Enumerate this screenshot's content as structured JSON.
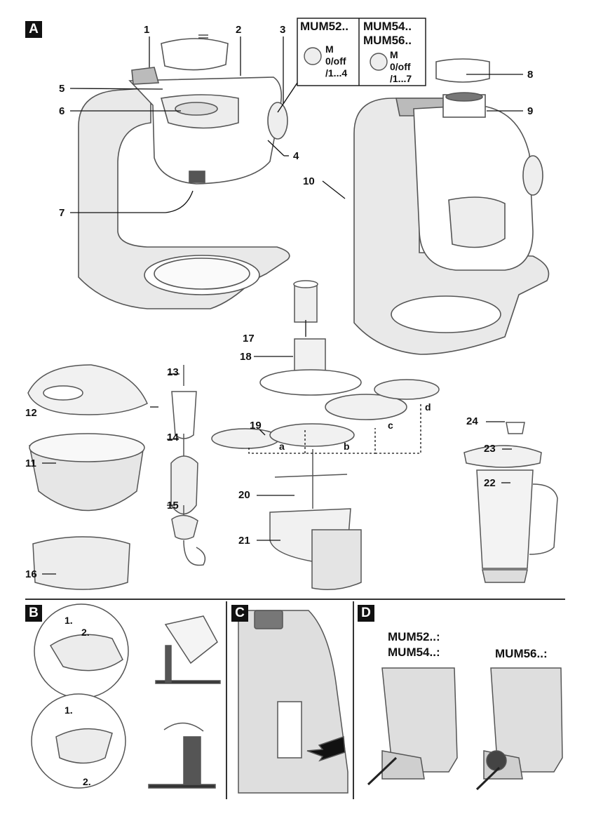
{
  "sections": {
    "a": "A",
    "b": "B",
    "c": "C",
    "d": "D"
  },
  "callouts": {
    "n1": "1",
    "n2": "2",
    "n3": "3",
    "n4": "4",
    "n5": "5",
    "n6": "6",
    "n7": "7",
    "n8": "8",
    "n9": "9",
    "n10": "10",
    "n11": "11",
    "n12": "12",
    "n13": "13",
    "n14": "14",
    "n15": "15",
    "n16": "16",
    "n17": "17",
    "n18": "18",
    "n19": "19",
    "n20": "20",
    "n21": "21",
    "n22": "22",
    "n23": "23",
    "n24": "24"
  },
  "disc_letters": {
    "a": "a",
    "b": "b",
    "c": "c",
    "d": "d"
  },
  "dial_box": {
    "model_left": "MUM52..",
    "model_right_1": "MUM54..",
    "model_right_2": "MUM56..",
    "left_m": "M",
    "left_off": "0/off",
    "left_range": "/1...4",
    "right_m": "M",
    "right_off": "0/off",
    "right_range": "/1...7"
  },
  "section_b": {
    "step1": "1.",
    "step2": "2.",
    "step1b": "1.",
    "step2b": "2."
  },
  "section_d": {
    "models_left_1": "MUM52..:",
    "models_left_2": "MUM54..:",
    "models_right": "MUM56..:"
  }
}
